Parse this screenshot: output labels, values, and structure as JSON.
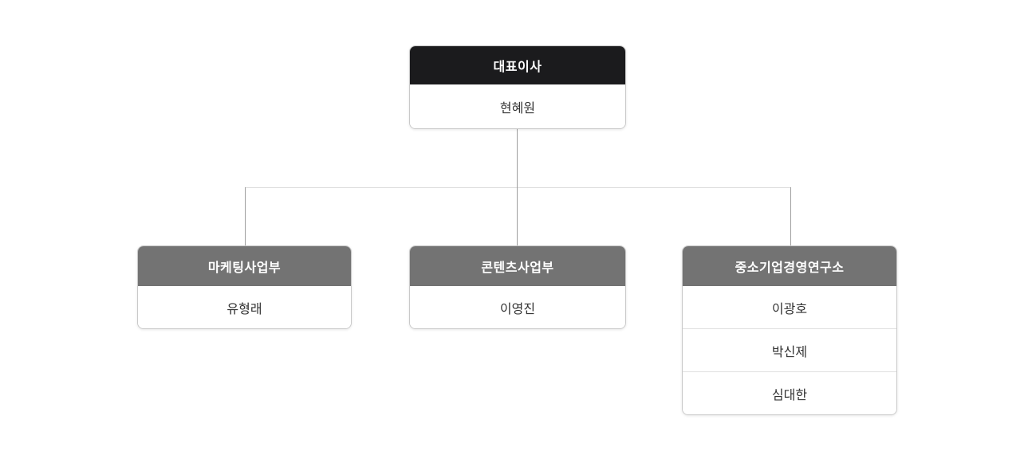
{
  "org": {
    "root": {
      "title": "대표이사",
      "members": [
        "현혜원"
      ]
    },
    "children": [
      {
        "title": "마케팅사업부",
        "members": [
          "유형래"
        ]
      },
      {
        "title": "콘텐츠사업부",
        "members": [
          "이영진"
        ]
      },
      {
        "title": "중소기업경영연구소",
        "members": [
          "이광호",
          "박신제",
          "심대한"
        ]
      }
    ],
    "colors": {
      "root_header_bg": "#1b1b1d",
      "dept_header_bg": "#737373",
      "header_text": "#ffffff",
      "member_text": "#333333",
      "box_border": "#c9c9c9",
      "row_divider": "#e0e0e0",
      "connector_vertical": "#9e9e9e",
      "connector_horizontal": "#dcdcdc",
      "background": "#ffffff"
    }
  }
}
